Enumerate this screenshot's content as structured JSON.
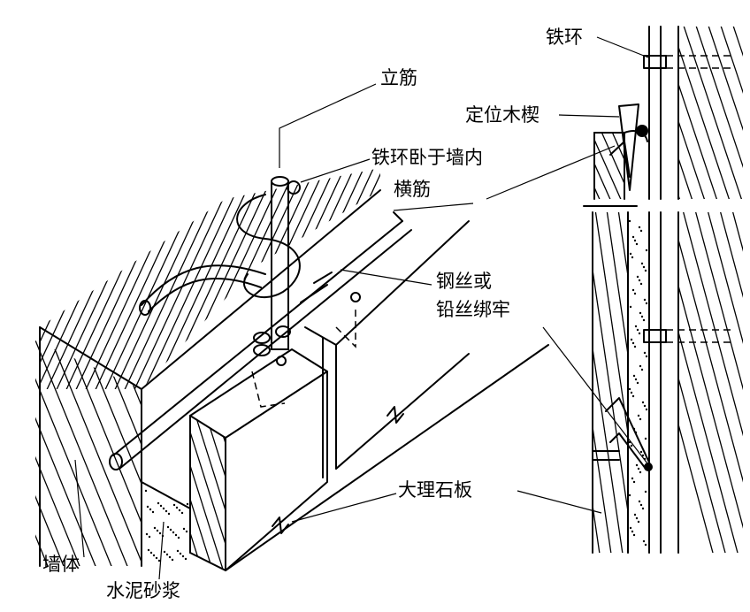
{
  "labels": {
    "vertical_bar": "立筋",
    "iron_ring_in_wall": "铁环卧于墙内",
    "horizontal_bar": "横筋",
    "wire_tie_line1": "钢丝或",
    "wire_tie_line2": "铅丝绑牢",
    "marble_slab": "大理石板",
    "wall_body": "墙体",
    "cement_mortar": "水泥砂浆",
    "iron_ring_section": "铁环",
    "wood_wedge": "定位木楔"
  },
  "colors": {
    "ink": "#000000",
    "paper": "#ffffff"
  }
}
